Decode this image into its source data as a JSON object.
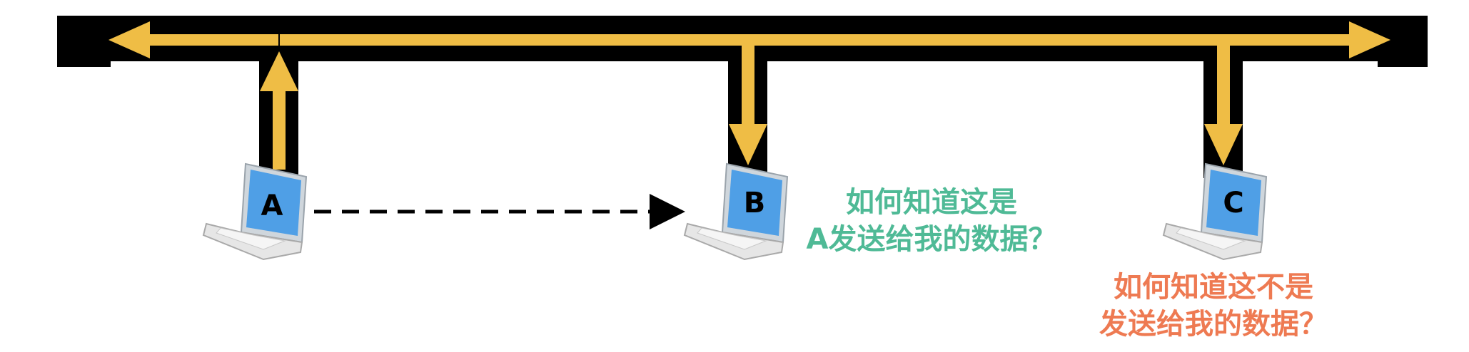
{
  "colors": {
    "bus": "#000000",
    "signal": "#efbd45",
    "screen": "#4f9fe6",
    "laptop_body": "#e6e6e6",
    "question_b": "#4fba96",
    "question_c": "#ee7a52"
  },
  "hosts": {
    "a": {
      "label": "A"
    },
    "b": {
      "label": "B"
    },
    "c": {
      "label": "C"
    }
  },
  "questions": {
    "b": {
      "line1": "如何知道这是",
      "line2": "A发送给我的数据？"
    },
    "c": {
      "line1": "如何知道这不是",
      "line2": "发送给我的数据？"
    }
  },
  "icons": {
    "laptop": "laptop-icon",
    "arrow": "arrow-icon"
  }
}
